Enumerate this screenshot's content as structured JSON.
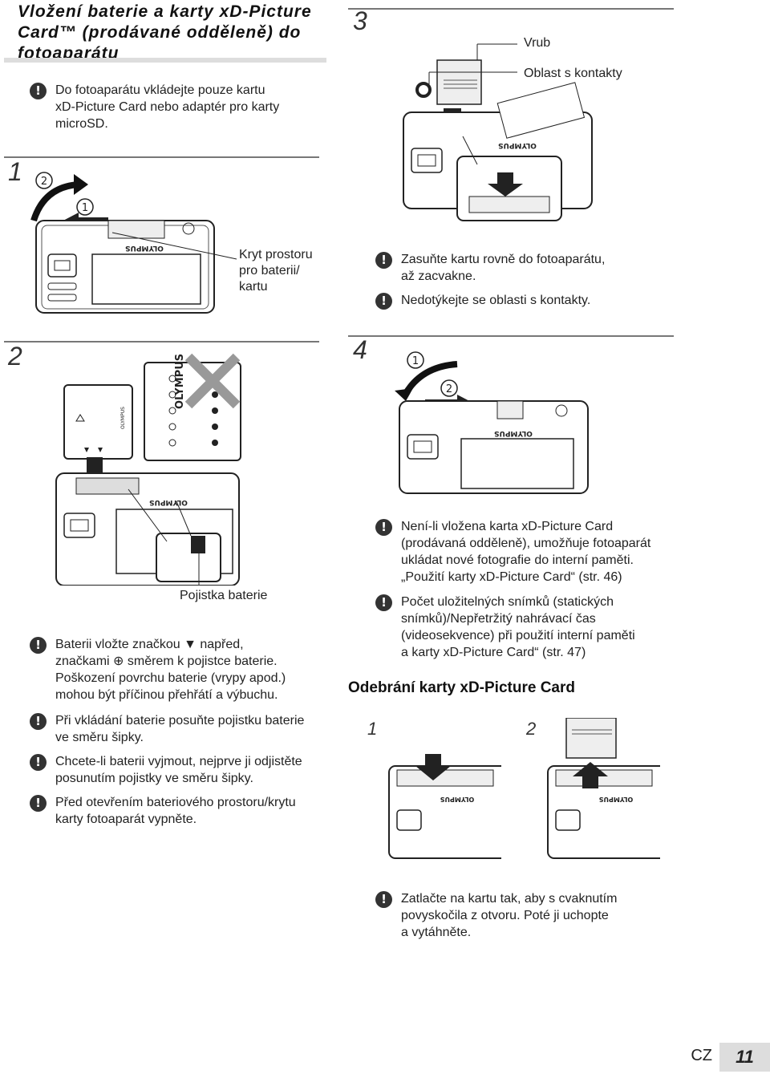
{
  "header": {
    "title": "Vložení baterie a karty xD-Picture Card™ (prodávané odděleně) do fotoaparátu"
  },
  "intro_warning": "Do fotoaparátu vkládejte pouze kartu\nxD-Picture Card nebo adaptér pro karty\nmicroSD.",
  "icons": {
    "warning": "!",
    "circle1": "1",
    "circle2": "2",
    "camera_brand": "OLYMPUS"
  },
  "steps": {
    "s1": "1",
    "s2": "2",
    "s3": "3",
    "s4": "4"
  },
  "step1": {
    "label_cover": "Kryt prostoru\npro baterii/\nkartu"
  },
  "step2": {
    "label_lock": "Pojistka baterie",
    "warnings": [
      "Baterii vložte značkou ▼ napřed,\nznačkami ⊕ směrem k pojistce baterie.\nPoškození povrchu baterie (vrypy apod.)\nmohou být příčinou přehřátí a výbuchu.",
      "Při vkládání baterie posuňte pojistku baterie\nve směru šipky.",
      "Chcete-li baterii vyjmout, nejprve ji odjistěte\nposunutím pojistky ve směru šipky.",
      "Před otevřením bateriového prostoru/krytu\nkarty fotoaparát vypněte."
    ]
  },
  "step3": {
    "label_notch": "Vrub",
    "label_contacts": "Oblast s kontakty",
    "warnings": [
      "Zasuňte kartu rovně do fotoaparátu,\naž zacvakne.",
      "Nedotýkejte se oblasti s kontakty."
    ]
  },
  "step4": {
    "warnings": [
      "Není-li vložena karta xD-Picture Card\n(prodávaná odděleně), umožňuje fotoaparát\nukládat nové fotografie do interní paměti.\n„Použití karty xD-Picture Card“ (str. 46)",
      "Počet uložitelných snímků (statických\nsnímků)/Nepřetržitý nahrávací čas\n(videosekvence) při použití interní paměti\na karty xD-Picture Card“ (str. 47)"
    ]
  },
  "removal": {
    "heading": "Odebrání karty xD-Picture Card",
    "step1": "1",
    "step2": "2",
    "warning": "Zatlačte na kartu tak, aby s cvaknutím\npovyskočila z otvoru. Poté ji uchopte\na vytáhněte."
  },
  "footer": {
    "lang": "CZ",
    "page": "11"
  }
}
